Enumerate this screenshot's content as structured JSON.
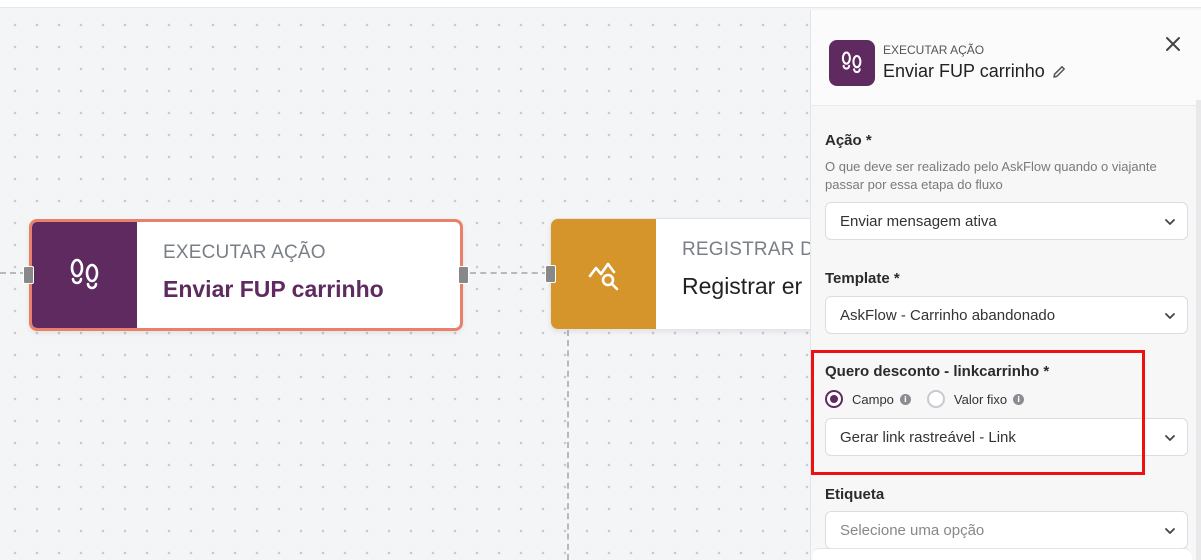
{
  "canvas": {
    "node1": {
      "kicker": "EXECUTAR AÇÃO",
      "title": "Enviar FUP carrinho",
      "icon": "footprints-icon",
      "color": "#5e2a5f"
    },
    "node2": {
      "kicker": "REGISTRAR D",
      "title": "Registrar er",
      "icon": "chart-search-icon",
      "color": "#d6952b"
    }
  },
  "panel": {
    "kicker": "EXECUTAR AÇÃO",
    "title": "Enviar FUP carrinho",
    "icon": "footprints-icon",
    "edit_icon": "pencil-icon",
    "close_icon": "close-icon",
    "acao": {
      "label": "Ação *",
      "help": "O que deve ser realizado pelo AskFlow quando o viajante passar por essa etapa do fluxo",
      "value": "Enviar mensagem ativa"
    },
    "template": {
      "label": "Template *",
      "value": "AskFlow - Carrinho abandonado"
    },
    "quero_desconto": {
      "label": "Quero desconto - linkcarrinho *",
      "options": [
        "Campo",
        "Valor fixo"
      ],
      "selected": "Campo",
      "value": "Gerar link rastreável - Link"
    },
    "etiqueta": {
      "label": "Etiqueta",
      "placeholder": "Selecione uma opção"
    }
  },
  "colors": {
    "accent": "#5e2a5f",
    "highlight": "#ee1111",
    "node_border": "#e9806a"
  }
}
